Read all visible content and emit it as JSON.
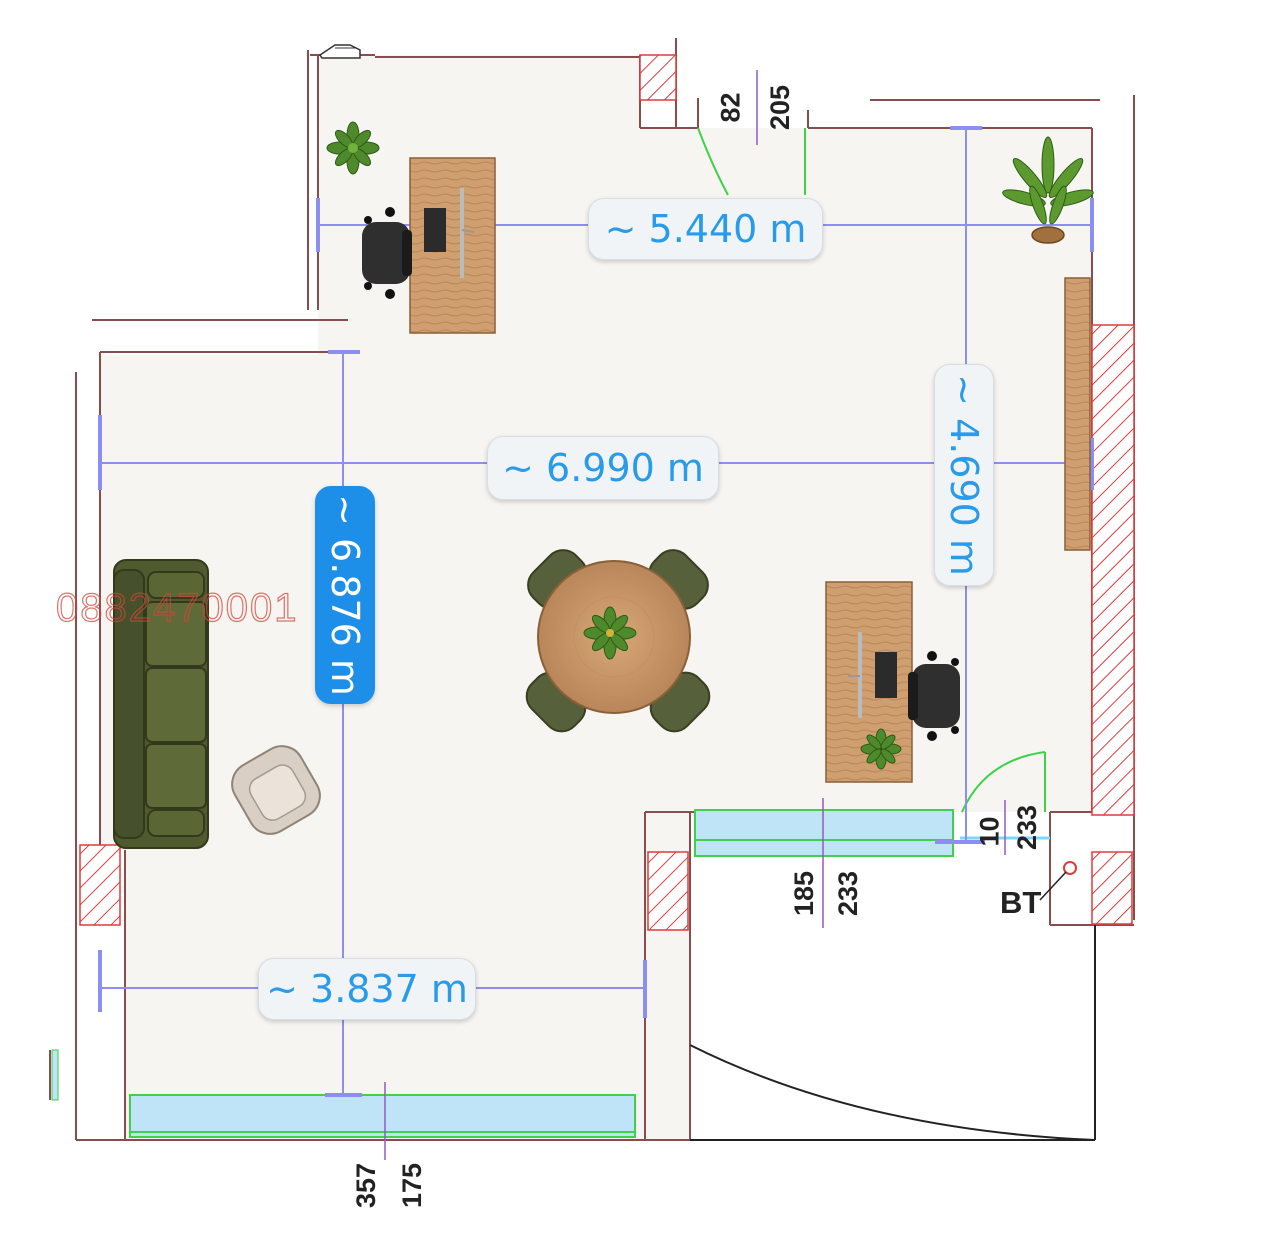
{
  "measurements": {
    "top_width": "~ 5.440 m",
    "main_width": "~ 6.990 m",
    "main_height": "~ 6.876 m",
    "right_height": "~ 4.690 m",
    "bottom_width": "~ 3.837 m"
  },
  "dimensions": {
    "top_door_a": "82",
    "top_door_b": "205",
    "window_mid_a": "185",
    "window_mid_b": "233",
    "door_right_a": "10",
    "door_right_b": "233",
    "window_bottom_a": "357",
    "window_bottom_b": "175"
  },
  "labels": {
    "bt": "BT",
    "watermark": "0882470001"
  },
  "colors": {
    "wall": "#8a4d4d",
    "hatch": "#e03b3b",
    "floor": "#f7f5f1",
    "measure_line": "#8c8ef0",
    "window_glass": "#bfe3f7",
    "window_frame": "#3fd14a",
    "sofa": "#4f5a2e",
    "wood": "#c9996a",
    "accent": "#1d8fe8"
  },
  "icons": [
    "plant-icon",
    "office-chair-icon",
    "desk-icon",
    "sofa-icon",
    "armchair-icon",
    "round-table-icon"
  ]
}
